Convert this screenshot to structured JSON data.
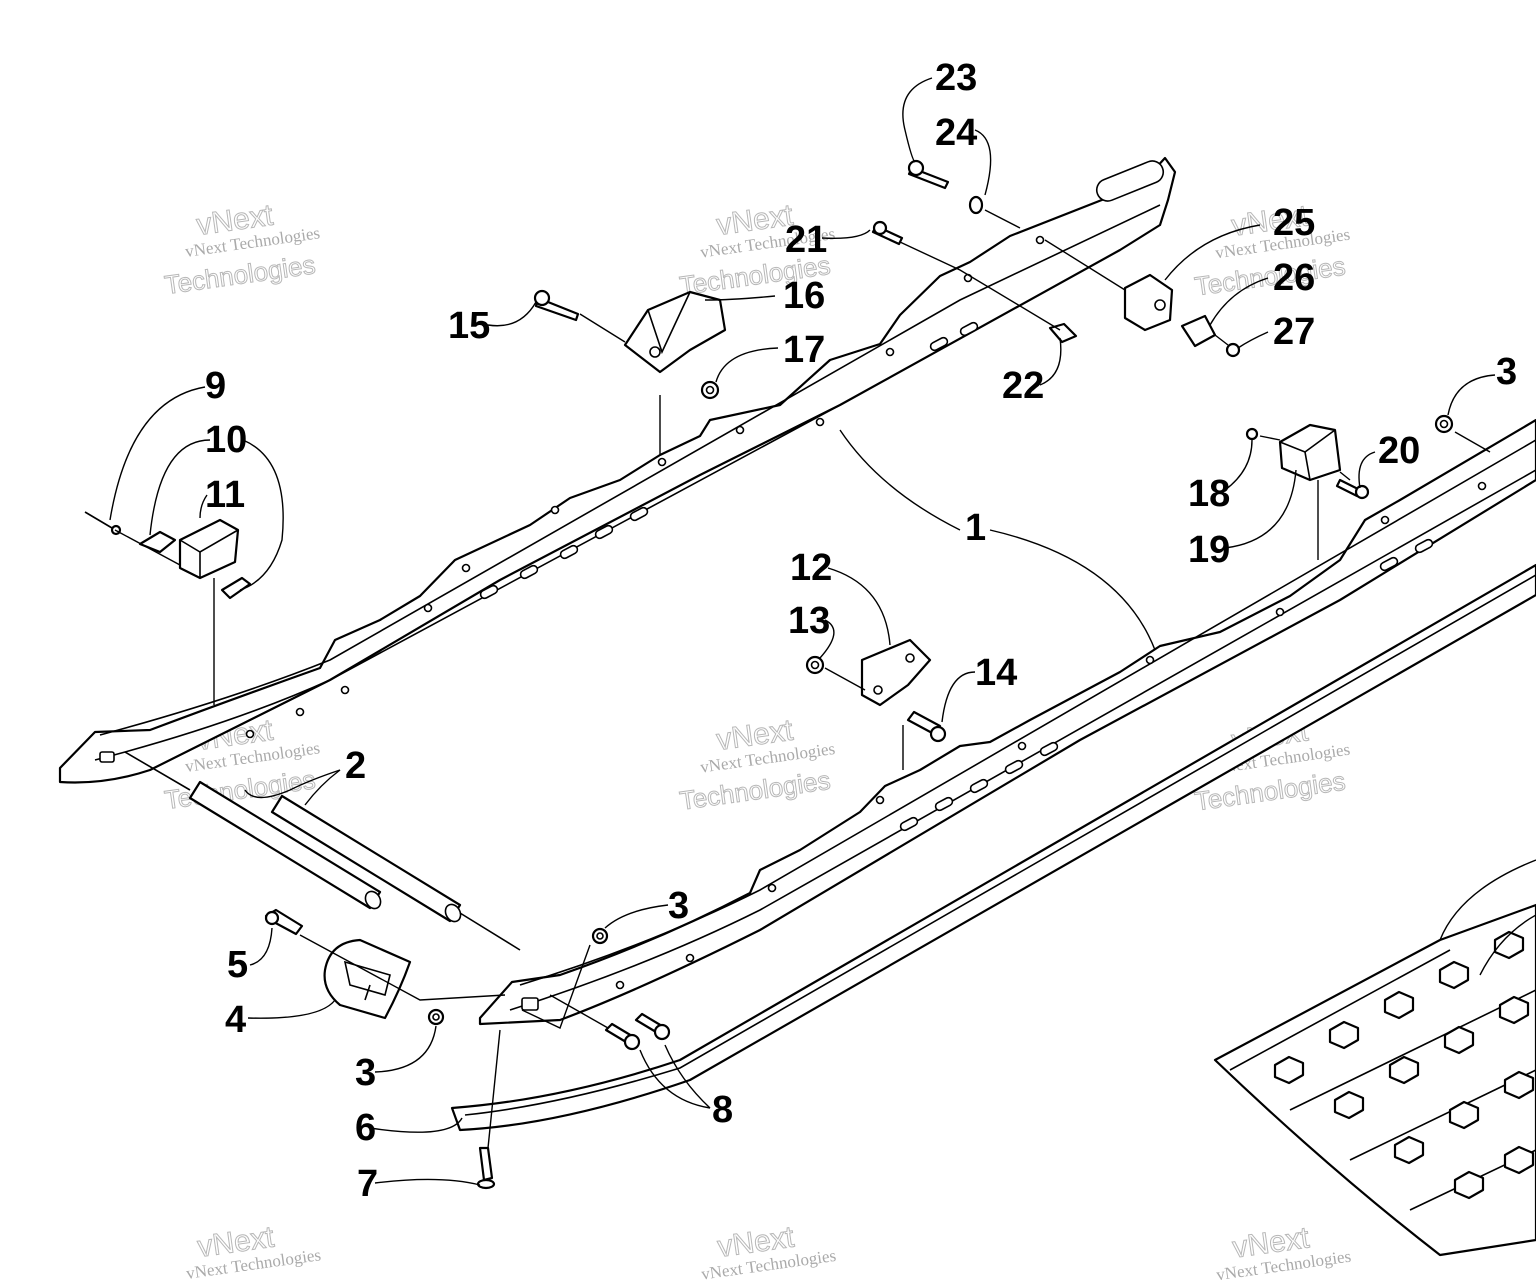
{
  "diagram": {
    "callouts": [
      {
        "id": "c1",
        "label": "1"
      },
      {
        "id": "c2",
        "label": "2"
      },
      {
        "id": "c3a",
        "label": "3"
      },
      {
        "id": "c3b",
        "label": "3"
      },
      {
        "id": "c3c",
        "label": "3"
      },
      {
        "id": "c4",
        "label": "4"
      },
      {
        "id": "c5",
        "label": "5"
      },
      {
        "id": "c6",
        "label": "6"
      },
      {
        "id": "c7",
        "label": "7"
      },
      {
        "id": "c8",
        "label": "8"
      },
      {
        "id": "c9",
        "label": "9"
      },
      {
        "id": "c10",
        "label": "10"
      },
      {
        "id": "c11",
        "label": "11"
      },
      {
        "id": "c12",
        "label": "12"
      },
      {
        "id": "c13",
        "label": "13"
      },
      {
        "id": "c14",
        "label": "14"
      },
      {
        "id": "c15",
        "label": "15"
      },
      {
        "id": "c16",
        "label": "16"
      },
      {
        "id": "c17",
        "label": "17"
      },
      {
        "id": "c18",
        "label": "18"
      },
      {
        "id": "c19",
        "label": "19"
      },
      {
        "id": "c20",
        "label": "20"
      },
      {
        "id": "c21",
        "label": "21"
      },
      {
        "id": "c22",
        "label": "22"
      },
      {
        "id": "c23",
        "label": "23"
      },
      {
        "id": "c24",
        "label": "24"
      },
      {
        "id": "c25",
        "label": "25"
      },
      {
        "id": "c26",
        "label": "26"
      },
      {
        "id": "c27",
        "label": "27"
      }
    ]
  },
  "watermark": {
    "line1": "vNext",
    "line2": "vNext Technologies",
    "line3": "Technologies"
  }
}
